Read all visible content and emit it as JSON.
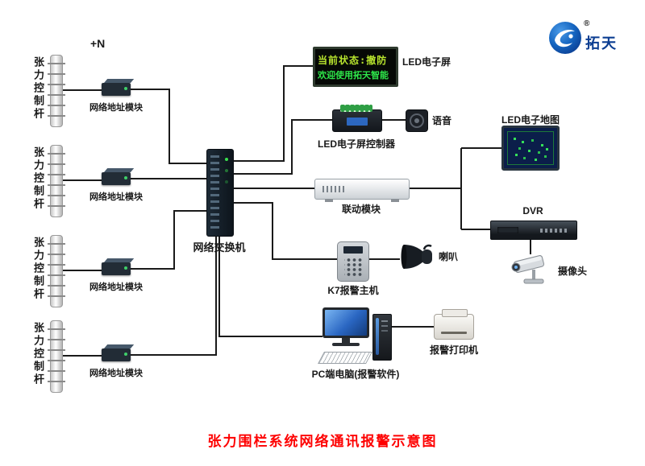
{
  "title": "张力围栏系统网络通讯报警示意图",
  "top_left_label": "+N",
  "logo": {
    "brand": "拓天",
    "registered": "®"
  },
  "poles": [
    {
      "label": "张力控制杆"
    },
    {
      "label": "张力控制杆"
    },
    {
      "label": "张力控制杆"
    },
    {
      "label": "张力控制杆"
    }
  ],
  "modules": [
    {
      "label": "网络地址模块"
    },
    {
      "label": "网络地址模块"
    },
    {
      "label": "网络地址模块"
    },
    {
      "label": "网络地址模块"
    }
  ],
  "switch": {
    "label": "网络交换机"
  },
  "led_screen": {
    "label": "LED电子屏",
    "line1": "当前状态:撤防",
    "line2": "欢迎使用拓天智能"
  },
  "led_controller": {
    "label": "LED电子屏控制器"
  },
  "voice": {
    "label": "语音"
  },
  "linkage": {
    "label": "联动模块"
  },
  "led_map": {
    "label": "LED电子地图"
  },
  "dvr": {
    "label": "DVR"
  },
  "camera": {
    "label": "摄像头"
  },
  "k7_host": {
    "label": "K7报警主机"
  },
  "horn": {
    "label": "喇叭"
  },
  "pc": {
    "label": "PC端电脑(报警软件)"
  },
  "printer": {
    "label": "报警打印机"
  },
  "colors": {
    "title_red": "#fe0000",
    "led_yellow_green": "#b9e62e",
    "led_green": "#2ee64a",
    "map_dot_green": "#35e05a",
    "logo_blue": "#1565c0",
    "line_black": "#1a1a1a"
  }
}
